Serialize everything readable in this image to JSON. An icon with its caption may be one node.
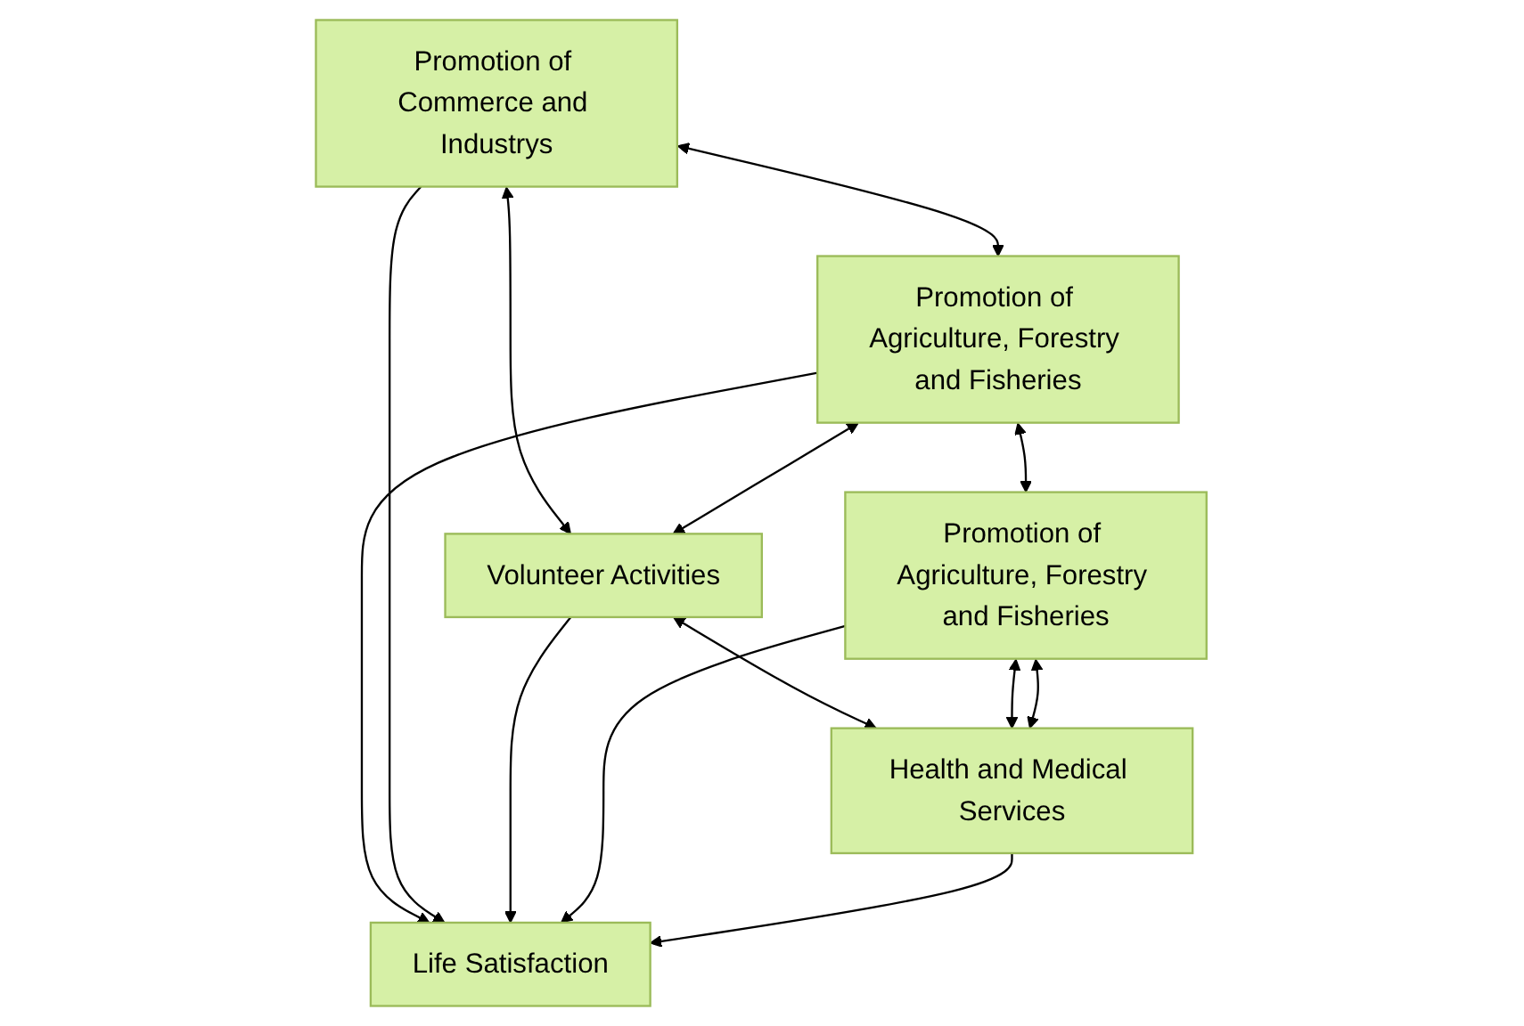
{
  "diagram": {
    "nodes": [
      {
        "text": [
          "Promotion of Commerce and Industrys"
        ]
      },
      {
        "text": [
          "Promotion of Agriculture, Forestry and Fisheries"
        ]
      },
      {
        "text": [
          "Volunteer Activities"
        ]
      },
      {
        "text": [
          "Life Satisfaction"
        ]
      },
      {
        "text": [
          "Promotion of Agriculture, Forestry and Fisheries"
        ]
      },
      {
        "text": [
          "Health and Medical Services"
        ]
      }
    ],
    "edges": [
      {
        "from": 0,
        "to": 1,
        "arrow": "both"
      },
      {
        "from": 0,
        "to": 2,
        "arrow": "both"
      },
      {
        "from": 1,
        "to": 2,
        "arrow": "both"
      },
      {
        "from": 1,
        "to": 3,
        "arrow": "to"
      },
      {
        "from": 0,
        "to": 3,
        "arrow": "to"
      },
      {
        "from": 2,
        "to": 3,
        "arrow": "to"
      },
      {
        "from": 1,
        "to": 4,
        "arrow": "both"
      },
      {
        "from": 2,
        "to": 5,
        "arrow": "both"
      },
      {
        "from": 4,
        "to": 3,
        "arrow": "to"
      },
      {
        "from": 5,
        "to": 3,
        "arrow": "to"
      },
      {
        "from": 4,
        "to": 5,
        "arrow": "both"
      },
      {
        "from": 4,
        "to": 5,
        "arrow": "both"
      }
    ]
  }
}
